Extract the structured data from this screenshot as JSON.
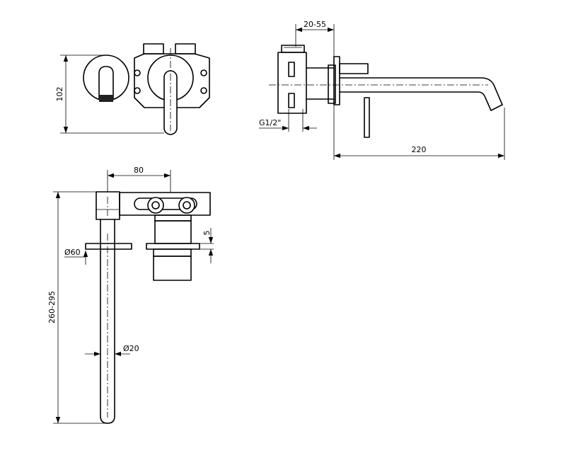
{
  "dimensions": {
    "front_height": "102",
    "side_wall_depth": "20-55",
    "side_thread": "G1/2\"",
    "side_spout_length": "220",
    "top_width": "80",
    "top_plate_gap": "5",
    "top_plate_diameter": "Ø60",
    "top_spout_diameter": "Ø20",
    "top_spout_length": "260-295"
  }
}
